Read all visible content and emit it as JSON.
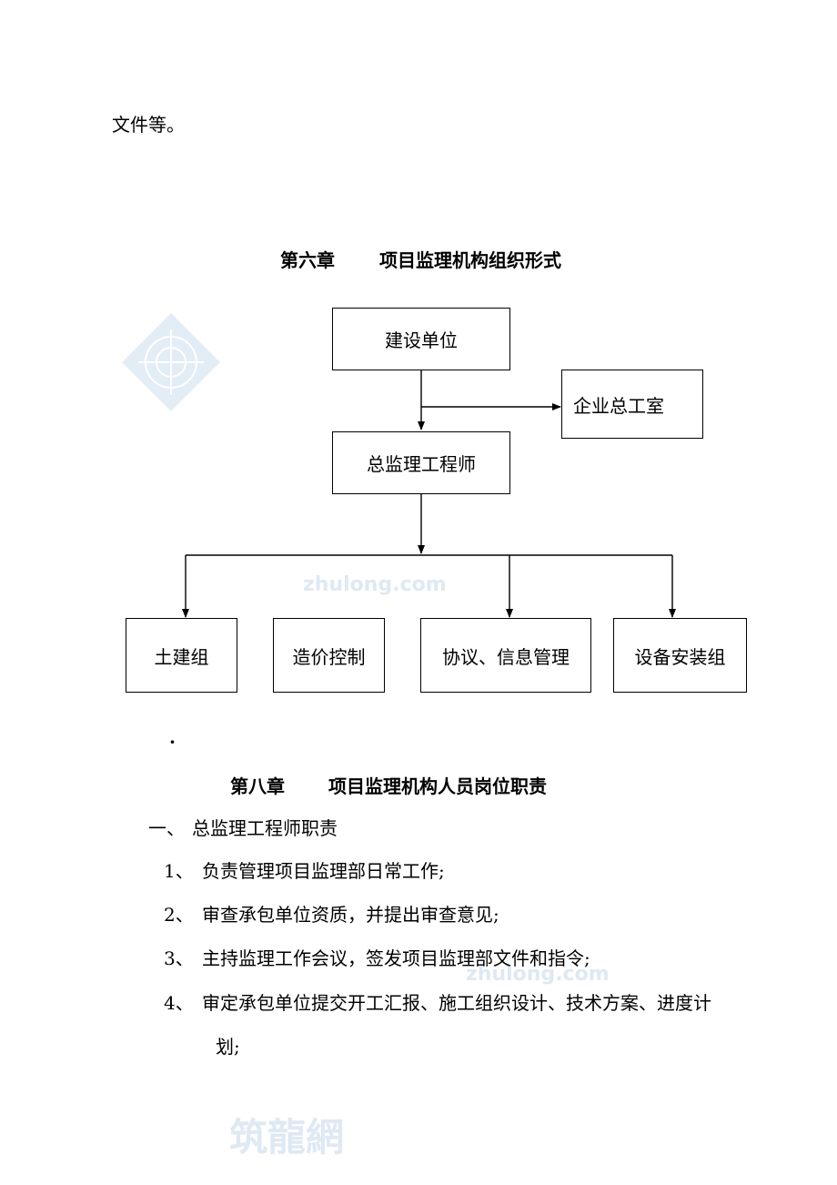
{
  "page": {
    "continuation_text": "文件等。",
    "chapter6": {
      "number": "第六章",
      "title": "项目监理机构组织形式"
    },
    "org_chart": {
      "top": "建设单位",
      "side": "企业总工室",
      "middle": "总监理工程师",
      "groups": [
        "土建组",
        "造价控制",
        "协议、信息管理",
        "设备安装组"
      ]
    },
    "dot": "·",
    "chapter8": {
      "number": "第八章",
      "title": "项目监理机构人员岗位职责"
    },
    "section1": {
      "marker": "一、",
      "title": "总监理工程师职责"
    },
    "items": [
      {
        "num": "1、",
        "text": "负责管理项目监理部日常工作;"
      },
      {
        "num": "2、",
        "text": "审查承包单位资质，并提出审查意见;"
      },
      {
        "num": "3、",
        "text": "主持监理工作会议，签发项目监理部文件和指令;"
      },
      {
        "num": "4、",
        "text": "审定承包单位提交开工汇报、施工组织设计、技术方案、进度计",
        "continuation": "划;"
      }
    ],
    "watermarks": [
      "zhulong.com",
      "zhulong.com",
      "筑龍網"
    ]
  }
}
